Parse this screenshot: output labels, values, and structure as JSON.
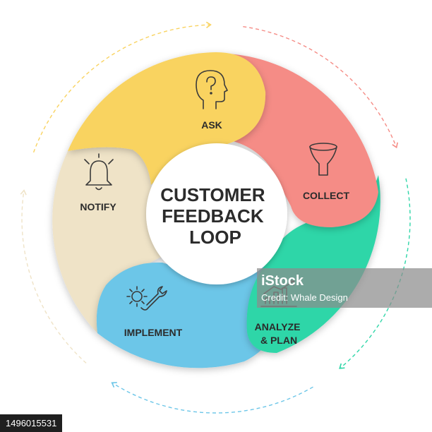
{
  "diagram": {
    "center_title": [
      "CUSTOMER",
      "FEEDBACK",
      "LOOP"
    ],
    "steps": [
      {
        "label": [
          "ASK"
        ],
        "color": "#F9D360",
        "icon": "head-question-icon"
      },
      {
        "label": [
          "COLLECT"
        ],
        "color": "#F58C86",
        "icon": "funnel-icon"
      },
      {
        "label": [
          "ANALYZE",
          "& PLAN"
        ],
        "color": "#2FD6A8",
        "icon": "chart-icon"
      },
      {
        "label": [
          "IMPLEMENT"
        ],
        "color": "#6CC6E8",
        "icon": "gear-wrench-icon"
      },
      {
        "label": [
          "NOTIFY"
        ],
        "color": "#EFE3C7",
        "icon": "bell-icon"
      }
    ],
    "outer_ring_colors": [
      "#F9D360",
      "#F58C86",
      "#2FD6A8",
      "#6CC6E8",
      "#EFE3C7"
    ]
  },
  "watermark": {
    "text": "Credit: Whale Design",
    "badge": "iStock"
  },
  "image_id": "1496015531"
}
